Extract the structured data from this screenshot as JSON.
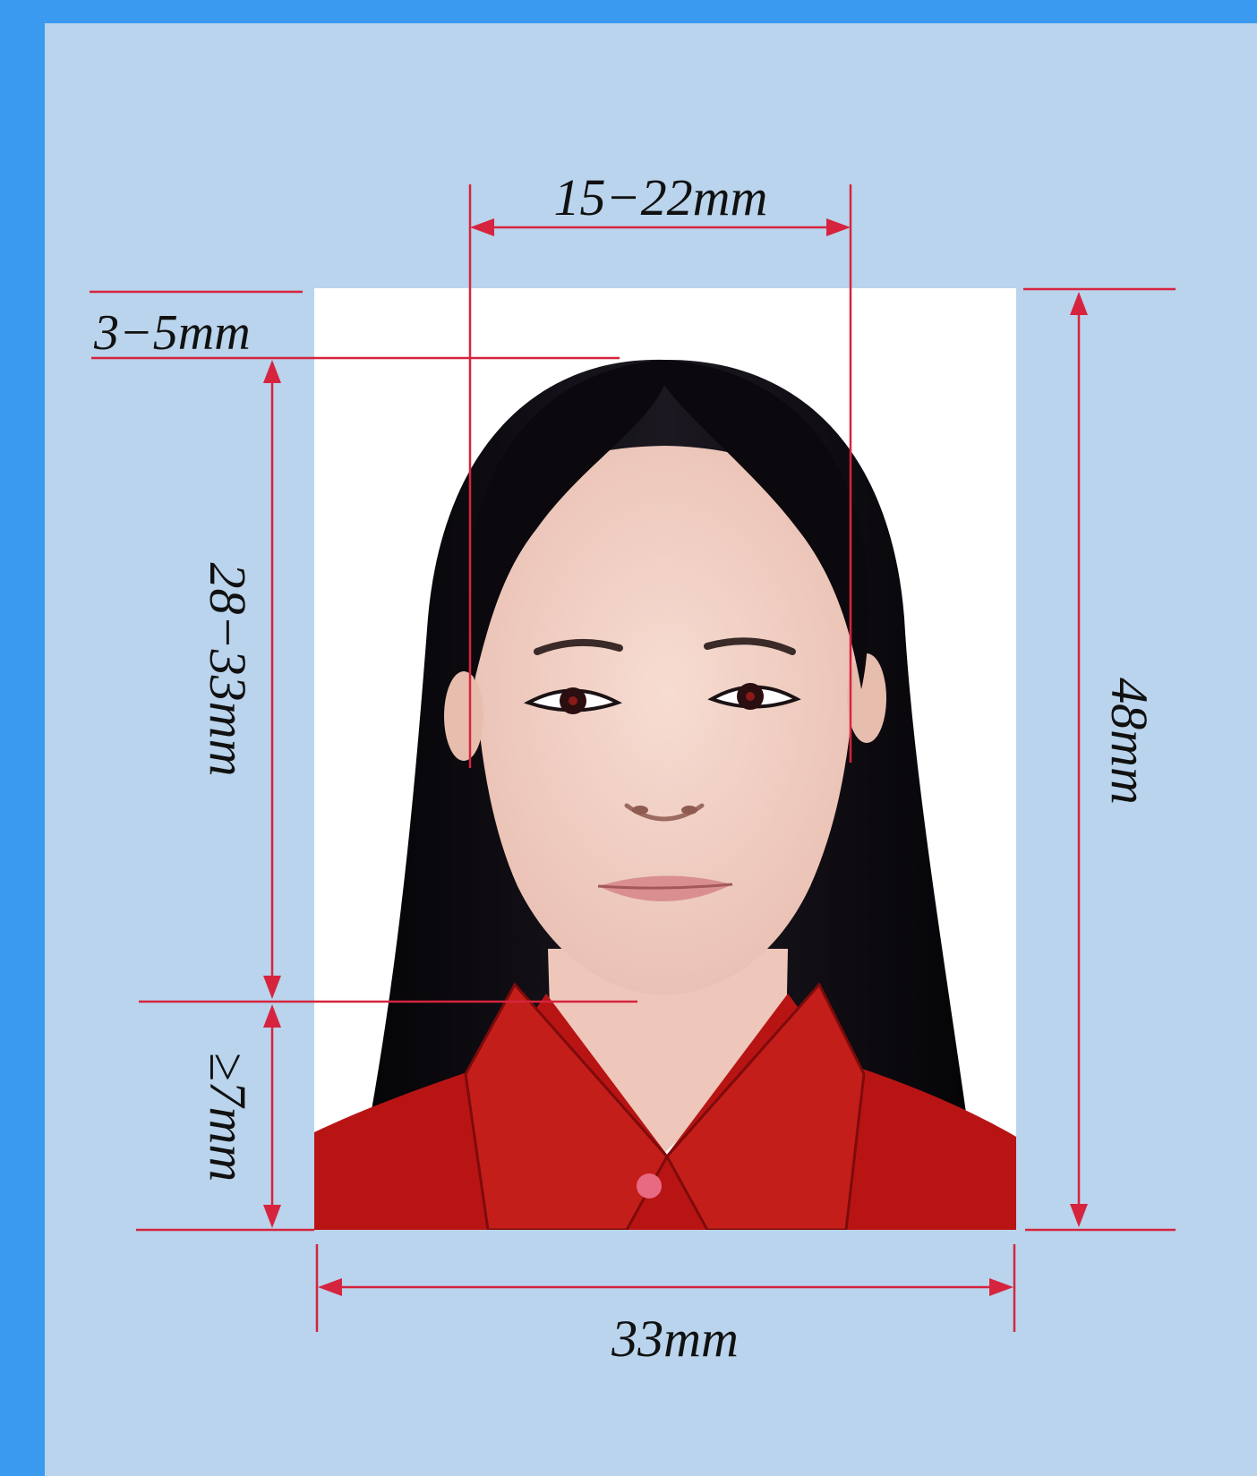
{
  "colors": {
    "outer_border": "#3a9af0",
    "background": "#b9d4ec",
    "photo_background": "#ffffff",
    "dimension_line": "#d6243e",
    "hair": "#0e0c10",
    "skin": "#f2cfc4",
    "shirt": "#b81414"
  },
  "dimensions": {
    "face_width": "15−22mm",
    "top_margin": "3−5mm",
    "head_height": "28−33mm",
    "chin_bottom": "≥7mm",
    "photo_height": "48mm",
    "photo_width": "33mm"
  }
}
